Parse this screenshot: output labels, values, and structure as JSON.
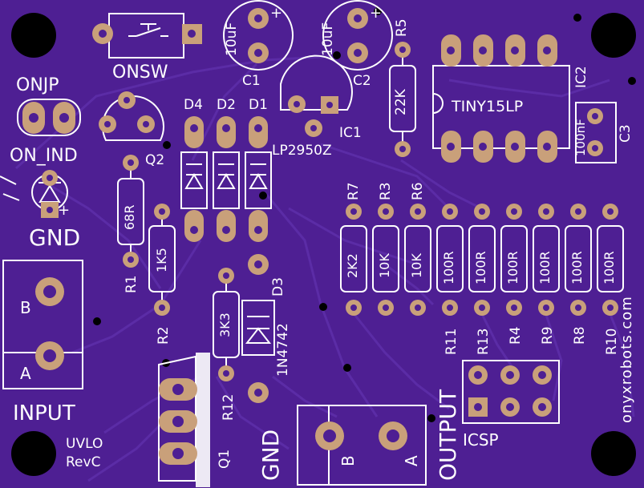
{
  "colors": {
    "board": "#4e1f93",
    "trace": "#5a2aa3",
    "copper": "#c9a07a",
    "silk": "#ffffff",
    "hole": "#000000"
  },
  "labels": {
    "onsw": "ONSW",
    "onjp": "ONJP",
    "on_ind": "ON_IND",
    "gnd_left": "GND",
    "input": "INPUT",
    "uvlo": "UVLO",
    "revc": "RevC",
    "c1": "C1",
    "c2": "C2",
    "c1_val": "10uF",
    "c2_val": "10uF",
    "r5": "R5",
    "r5_val": "22K",
    "ic1": "IC1",
    "ic1_val": "LP2950Z",
    "ic2": "IC2",
    "ic2_val": "TINY15LP",
    "c3": "C3",
    "c3_val": "100nF",
    "d4": "D4",
    "d2": "D2",
    "d1": "D1",
    "d3": "D3",
    "d3_val": "1N4742",
    "q2": "Q2",
    "q1": "Q1",
    "r1": "R1",
    "r1_val": "68R",
    "r2": "R2",
    "r2_val": "1K5",
    "r12": "R12",
    "r12_val": "3K3",
    "r7": "R7",
    "r7_val": "2K2",
    "r3": "R3",
    "r3_val": "10K",
    "r6": "R6",
    "r6_val": "10K",
    "r11": "R11",
    "r13": "R13",
    "r4": "R4",
    "r9": "R9",
    "r8": "R8",
    "r10": "R10",
    "r100": "100R",
    "icsp": "ICSP",
    "output": "OUTPUT",
    "gnd_bottom": "GND",
    "term_b_in": "B",
    "term_a_in": "A",
    "term_b_out": "B",
    "term_a_out": "A",
    "website": "onyxrobots.com",
    "plus": "+"
  }
}
